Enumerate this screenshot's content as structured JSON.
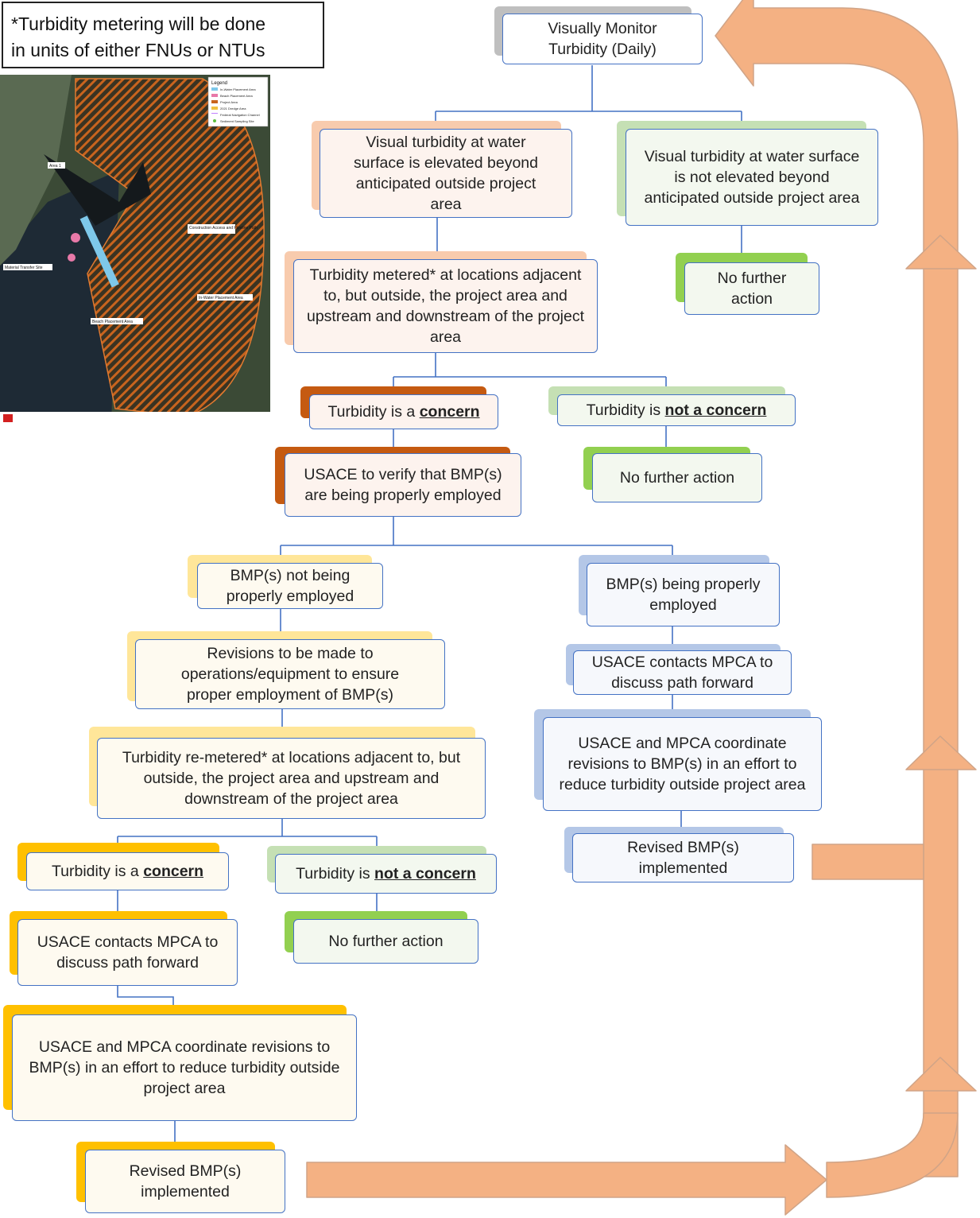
{
  "note": {
    "line1": "*Turbidity metering will be done",
    "line2": "in units of either FNUs or NTUs"
  },
  "map": {
    "legend_title": "Legend",
    "legend_items": [
      "In-Water Placement Area",
      "Beach Placement Area",
      "Project Area",
      "2021 Dredge Area",
      "Federal Navigation Channel",
      "Sediment Sampling Site"
    ],
    "labels": {
      "area1": "Area 1",
      "construction": "Construction Access and Pipeline Path",
      "material": "Material Transfer Site",
      "inwater": "In-Water Placement Area",
      "beach": "Beach Placement Area"
    },
    "colors": {
      "hatch": "#c8641e",
      "placement": "#7ec8ea",
      "beach": "#e879a8"
    }
  },
  "colors": {
    "arrow_fill": "#f4b183",
    "arrow_stroke": "#d0a487",
    "box_border": "#4472c4",
    "connector": "#4472c4",
    "accent_grey": "#bfbfbf",
    "accent_salmon": "#f8cbad",
    "accent_light_green": "#c5e0b4",
    "accent_green": "#92d050",
    "accent_dark_orange": "#c55a11",
    "accent_light_orange": "#f8cbad",
    "accent_gold": "#ffc000",
    "accent_light_yellow": "#ffe699",
    "accent_blue": "#b4c7e7"
  },
  "boxes": {
    "monitor": {
      "text": "Visually Monitor Turbidity (Daily)"
    },
    "elevated": {
      "text": "Visual turbidity at water surface is elevated beyond anticipated outside project area"
    },
    "not_elevated": {
      "text": "Visual turbidity at water surface is not elevated beyond anticipated outside project area"
    },
    "no_action_1": {
      "text": "No further action"
    },
    "metered": {
      "text": "Turbidity metered* at locations adjacent to, but outside, the project area and upstream and downstream of the project area"
    },
    "concern_1": {
      "prefix": "Turbidity is a ",
      "emph": "concern"
    },
    "not_concern_1": {
      "prefix": "Turbidity is ",
      "emph": "not a concern"
    },
    "verify": {
      "text": "USACE to verify that BMP(s) are being properly employed"
    },
    "no_action_2": {
      "text": "No further action"
    },
    "bmp_not": {
      "text": "BMP(s) not being properly employed"
    },
    "bmp_yes": {
      "text": "BMP(s) being properly employed"
    },
    "revisions": {
      "text": "Revisions to be made to operations/equipment to ensure proper employment of BMP(s)"
    },
    "contacts_right": {
      "text": "USACE contacts MPCA to discuss path forward"
    },
    "remetered": {
      "text": "Turbidity re-metered* at locations adjacent to, but outside, the project area and upstream and downstream of the project area"
    },
    "coordinate_right": {
      "text": "USACE and MPCA coordinate revisions to BMP(s) in an effort to reduce turbidity outside project area"
    },
    "implemented_right": {
      "text": "Revised BMP(s) implemented"
    },
    "concern_2": {
      "prefix": "Turbidity is a ",
      "emph": "concern"
    },
    "not_concern_2": {
      "prefix": "Turbidity is ",
      "emph": "not a concern"
    },
    "contacts_left": {
      "text": "USACE contacts MPCA to discuss path forward"
    },
    "no_action_3": {
      "text": "No further action"
    },
    "coordinate_left": {
      "text": "USACE and MPCA coordinate revisions to BMP(s) in an effort to reduce turbidity outside project area"
    },
    "implemented_left": {
      "text": "Revised BMP(s) implemented"
    }
  }
}
